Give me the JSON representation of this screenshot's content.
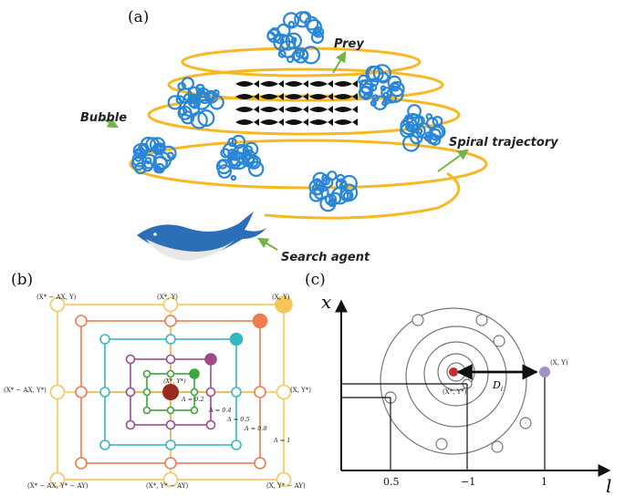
{
  "panel_a": {
    "label": "(a)",
    "annotations": {
      "prey": "Prey",
      "bubble": "Bubble",
      "spiral": "Spiral trajectory",
      "search_agent": "Search agent"
    },
    "colors": {
      "spiral": "#f7b824",
      "bubble": "#2a86d6",
      "arrow": "#73b44a",
      "fish": "#111111",
      "whale": "#2b6fb8"
    }
  },
  "panel_b": {
    "label": "(b)",
    "corner_labels": {
      "top_left": "(X* − AX, Y)",
      "top_mid": "(X*, Y)",
      "top_right": "(X, Y)",
      "mid_left": "(X* − AX, Y*)",
      "mid_right": "(X, Y*)",
      "bot_left": "(X* − AX, Y* − AY)",
      "bot_mid": "(X*, Y* − AY)",
      "bot_right": "(X, Y* − AY)",
      "center": "(X*, Y*)"
    },
    "A_labels": [
      "A = 0.2",
      "A = 0.4",
      "A = 0.5",
      "A = 0.8",
      "A = 1"
    ],
    "colors": [
      "#3aa63c",
      "#a04a8c",
      "#38b7c2",
      "#f07b4e",
      "#f5c75a"
    ],
    "center_color": "#9b2a1e"
  },
  "panel_c": {
    "label": "(c)",
    "axis_x": "x",
    "axis_l": "l",
    "ticks": [
      "0.5",
      "−1",
      "1"
    ],
    "point_xy": "(X, Y)",
    "point_center": "(X*, Y*)",
    "distance": "D",
    "distance_sub": "i",
    "colors": {
      "center": "#c0312d",
      "agent": "#a392c4"
    }
  }
}
